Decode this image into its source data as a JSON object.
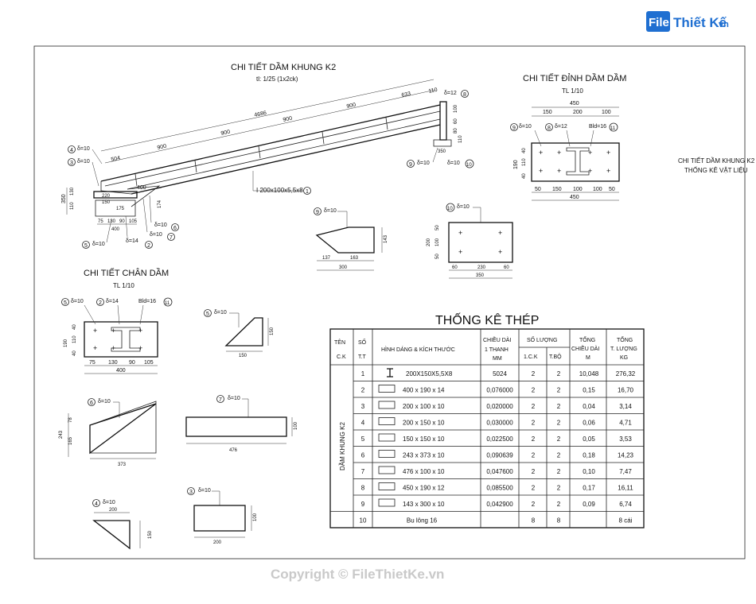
{
  "brand": {
    "logo_box": "File",
    "logo_name": "Thiết Kế",
    "logo_tld": ".vn"
  },
  "watermark": "Copyright © FileThietKe.vn",
  "side_note": {
    "line1": "CHI TIẾT DẦM KHUNG K2",
    "line2": "THỐNG KÊ VẬT LIỆU"
  },
  "beam": {
    "title": "CHI TIẾT DẦM KHUNG K2",
    "scale": "tl: 1/25 (1x2ck)",
    "total_length": "4686",
    "segments": [
      "504",
      "900",
      "900",
      "900",
      "900",
      "633",
      "110"
    ],
    "section_label": "I 200x100x5,5x8",
    "end_height": "350",
    "dims_left": [
      "130",
      "110",
      "220",
      "150",
      "175",
      "174"
    ],
    "bottom_dims": [
      "75",
      "130",
      "90",
      "105"
    ],
    "base_width": "400",
    "plate_400": "400",
    "right_w": "350",
    "right_dims": [
      "100",
      "60",
      "80",
      "110"
    ],
    "callouts": [
      {
        "num": "4",
        "label": "δ=10"
      },
      {
        "num": "3",
        "label": "δ=10"
      },
      {
        "num": "5",
        "label": "δ=10"
      },
      {
        "num": "2",
        "label": "δ=14"
      },
      {
        "num": "7",
        "label": "δ=10"
      },
      {
        "num": "6",
        "label": "δ=10"
      },
      {
        "num": "8",
        "label": "δ=12"
      },
      {
        "num": "9",
        "label": "δ=10"
      },
      {
        "num": "10",
        "label": "δ=10"
      },
      {
        "num": "1",
        "label": ""
      }
    ]
  },
  "ridge": {
    "title": "CHI TIẾT ĐỈNH DẦM DẦM",
    "scale": "TL 1/10",
    "top_total": "450",
    "top_dims": [
      "150",
      "200",
      "100"
    ],
    "bottom_dims": [
      "50",
      "150",
      "100",
      "100",
      "50"
    ],
    "bottom_total": "450",
    "left_dims": [
      "190",
      "40",
      "110",
      "40"
    ],
    "callouts": [
      {
        "num": "9",
        "label": "δ=10"
      },
      {
        "num": "8",
        "label": "δ=12"
      },
      {
        "num": "11",
        "label": "Bld=16"
      }
    ]
  },
  "base": {
    "title": "CHI TIẾT CHÂN DẦM",
    "scale": "TL 1/10",
    "left_dims": [
      "190",
      "40",
      "110",
      "40"
    ],
    "bottom_dims": [
      "75",
      "130",
      "90",
      "105"
    ],
    "total": "400",
    "callouts": [
      {
        "num": "5",
        "label": "δ=10"
      },
      {
        "num": "2",
        "label": "δ=14"
      },
      {
        "num": "11",
        "label": "Bld=16"
      }
    ]
  },
  "parts": {
    "p9": {
      "num": "9",
      "label": "δ=10",
      "h": "143",
      "w1": "137",
      "w2": "163",
      "w": "300"
    },
    "p10": {
      "num": "10",
      "label": "δ=10",
      "h": "200",
      "hd": [
        "50",
        "100",
        "50"
      ],
      "wd": [
        "60",
        "230",
        "60"
      ],
      "w": "350"
    },
    "p5": {
      "num": "5",
      "label": "δ=10",
      "h": "150",
      "w": "150"
    },
    "p6": {
      "num": "6",
      "label": "δ=10",
      "h": "243",
      "h1": "78",
      "h2": "165",
      "w": "373"
    },
    "p7": {
      "num": "7",
      "label": "δ=10",
      "h": "100",
      "w": "476"
    },
    "p4": {
      "num": "4",
      "label": "δ=10",
      "w": "200",
      "h": "150"
    },
    "p3": {
      "num": "3",
      "label": "δ=10",
      "h": "100",
      "w": "200"
    }
  },
  "table": {
    "title": "THỐNG KÊ THÉP",
    "headers": {
      "ten": "TÊN",
      "ten2": "C.K",
      "so": "SỐ",
      "so2": "T.T",
      "hinh": "HÌNH DÁNG & KÍCH THƯỚC",
      "cd1": "CHIỀU DÀI",
      "cd2": "1 THANH",
      "cd3": "MM",
      "sl": "SỐ LƯỢNG",
      "sl1": "1.C.K",
      "sl2": "T.BỘ",
      "tcd1": "TỔNG",
      "tcd2": "CHIỀU DÀI",
      "tcd3": "M",
      "tl1": "TỔNG",
      "tl2": "T. LƯỢNG",
      "tl3": "KG"
    },
    "group_label": "DẦM KHUNG K2",
    "rows": [
      {
        "tt": "1",
        "shape": "I",
        "dims": "200X150X5,5X8",
        "len": "5024",
        "ck": "2",
        "tb": "2",
        "tot": "10,048",
        "kg": "276,32"
      },
      {
        "tt": "2",
        "shape": "rect",
        "dims": "400  x  190  x  14",
        "len": "0,076000",
        "ck": "2",
        "tb": "2",
        "tot": "0,15",
        "kg": "16,70"
      },
      {
        "tt": "3",
        "shape": "rect",
        "dims": "200  x  100  x  10",
        "len": "0,020000",
        "ck": "2",
        "tb": "2",
        "tot": "0,04",
        "kg": "3,14"
      },
      {
        "tt": "4",
        "shape": "rect",
        "dims": "200  x  150  x  10",
        "len": "0,030000",
        "ck": "2",
        "tb": "2",
        "tot": "0,06",
        "kg": "4,71"
      },
      {
        "tt": "5",
        "shape": "rect",
        "dims": "150  x  150  x  10",
        "len": "0,022500",
        "ck": "2",
        "tb": "2",
        "tot": "0,05",
        "kg": "3,53"
      },
      {
        "tt": "6",
        "shape": "rect",
        "dims": "243  x  373  x  10",
        "len": "0,090639",
        "ck": "2",
        "tb": "2",
        "tot": "0,18",
        "kg": "14,23"
      },
      {
        "tt": "7",
        "shape": "rect",
        "dims": "476  x  100  x  10",
        "len": "0,047600",
        "ck": "2",
        "tb": "2",
        "tot": "0,10",
        "kg": "7,47"
      },
      {
        "tt": "8",
        "shape": "rect",
        "dims": "450  x  190  x  12",
        "len": "0,085500",
        "ck": "2",
        "tb": "2",
        "tot": "0,17",
        "kg": "16,11"
      },
      {
        "tt": "9",
        "shape": "rect",
        "dims": "143  x  300  x  10",
        "len": "0,042900",
        "ck": "2",
        "tb": "2",
        "tot": "0,09",
        "kg": "6,74"
      },
      {
        "tt": "10",
        "shape": "none",
        "dims": "Bu lông  16",
        "len": "",
        "ck": "8",
        "tb": "8",
        "tot": "",
        "kg": "8 cái"
      }
    ]
  }
}
